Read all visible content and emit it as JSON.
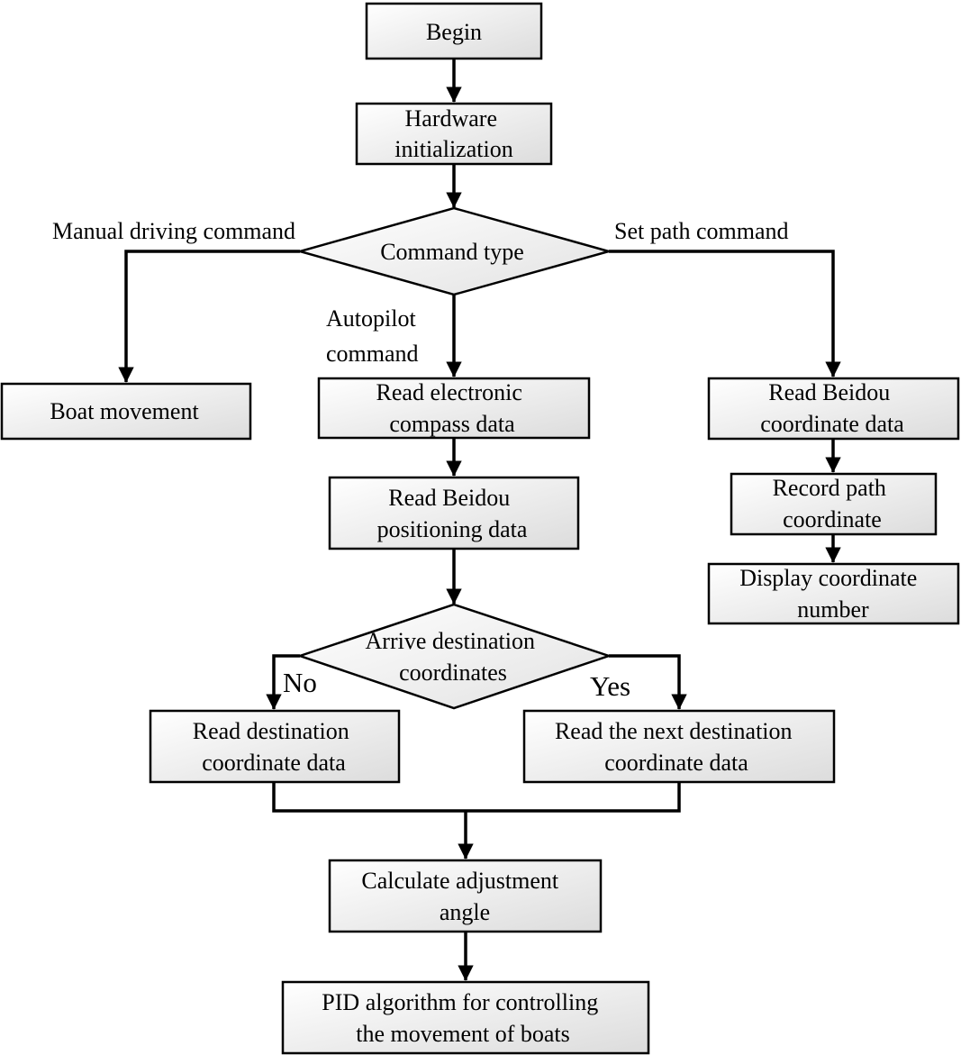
{
  "nodes": {
    "begin": [
      "Begin"
    ],
    "hw_init": [
      "Hardware",
      "initialization"
    ],
    "command_type": [
      "Command type"
    ],
    "boat_movement": [
      "Boat movement"
    ],
    "read_compass": [
      "Read electronic",
      "compass data"
    ],
    "read_beidou_pos": [
      "Read Beidou",
      "positioning data"
    ],
    "arrive_dest": [
      "Arrive destination",
      "coordinates"
    ],
    "read_dest": [
      "Read destination",
      "coordinate data"
    ],
    "read_next_dest": [
      "Read the next destination",
      "coordinate data"
    ],
    "calc_angle": [
      "Calculate adjustment",
      "angle"
    ],
    "pid": [
      "PID algorithm for controlling",
      "the movement of boats"
    ],
    "read_beidou_coord": [
      "Read Beidou",
      "coordinate data"
    ],
    "record_path": [
      "Record path",
      "coordinate"
    ],
    "display_number": [
      "Display coordinate",
      "number"
    ]
  },
  "edge_labels": {
    "manual": "Manual driving command",
    "set_path": "Set path command",
    "autopilot_1": "Autopilot",
    "autopilot_2": "command",
    "no": "No",
    "yes": "Yes"
  }
}
